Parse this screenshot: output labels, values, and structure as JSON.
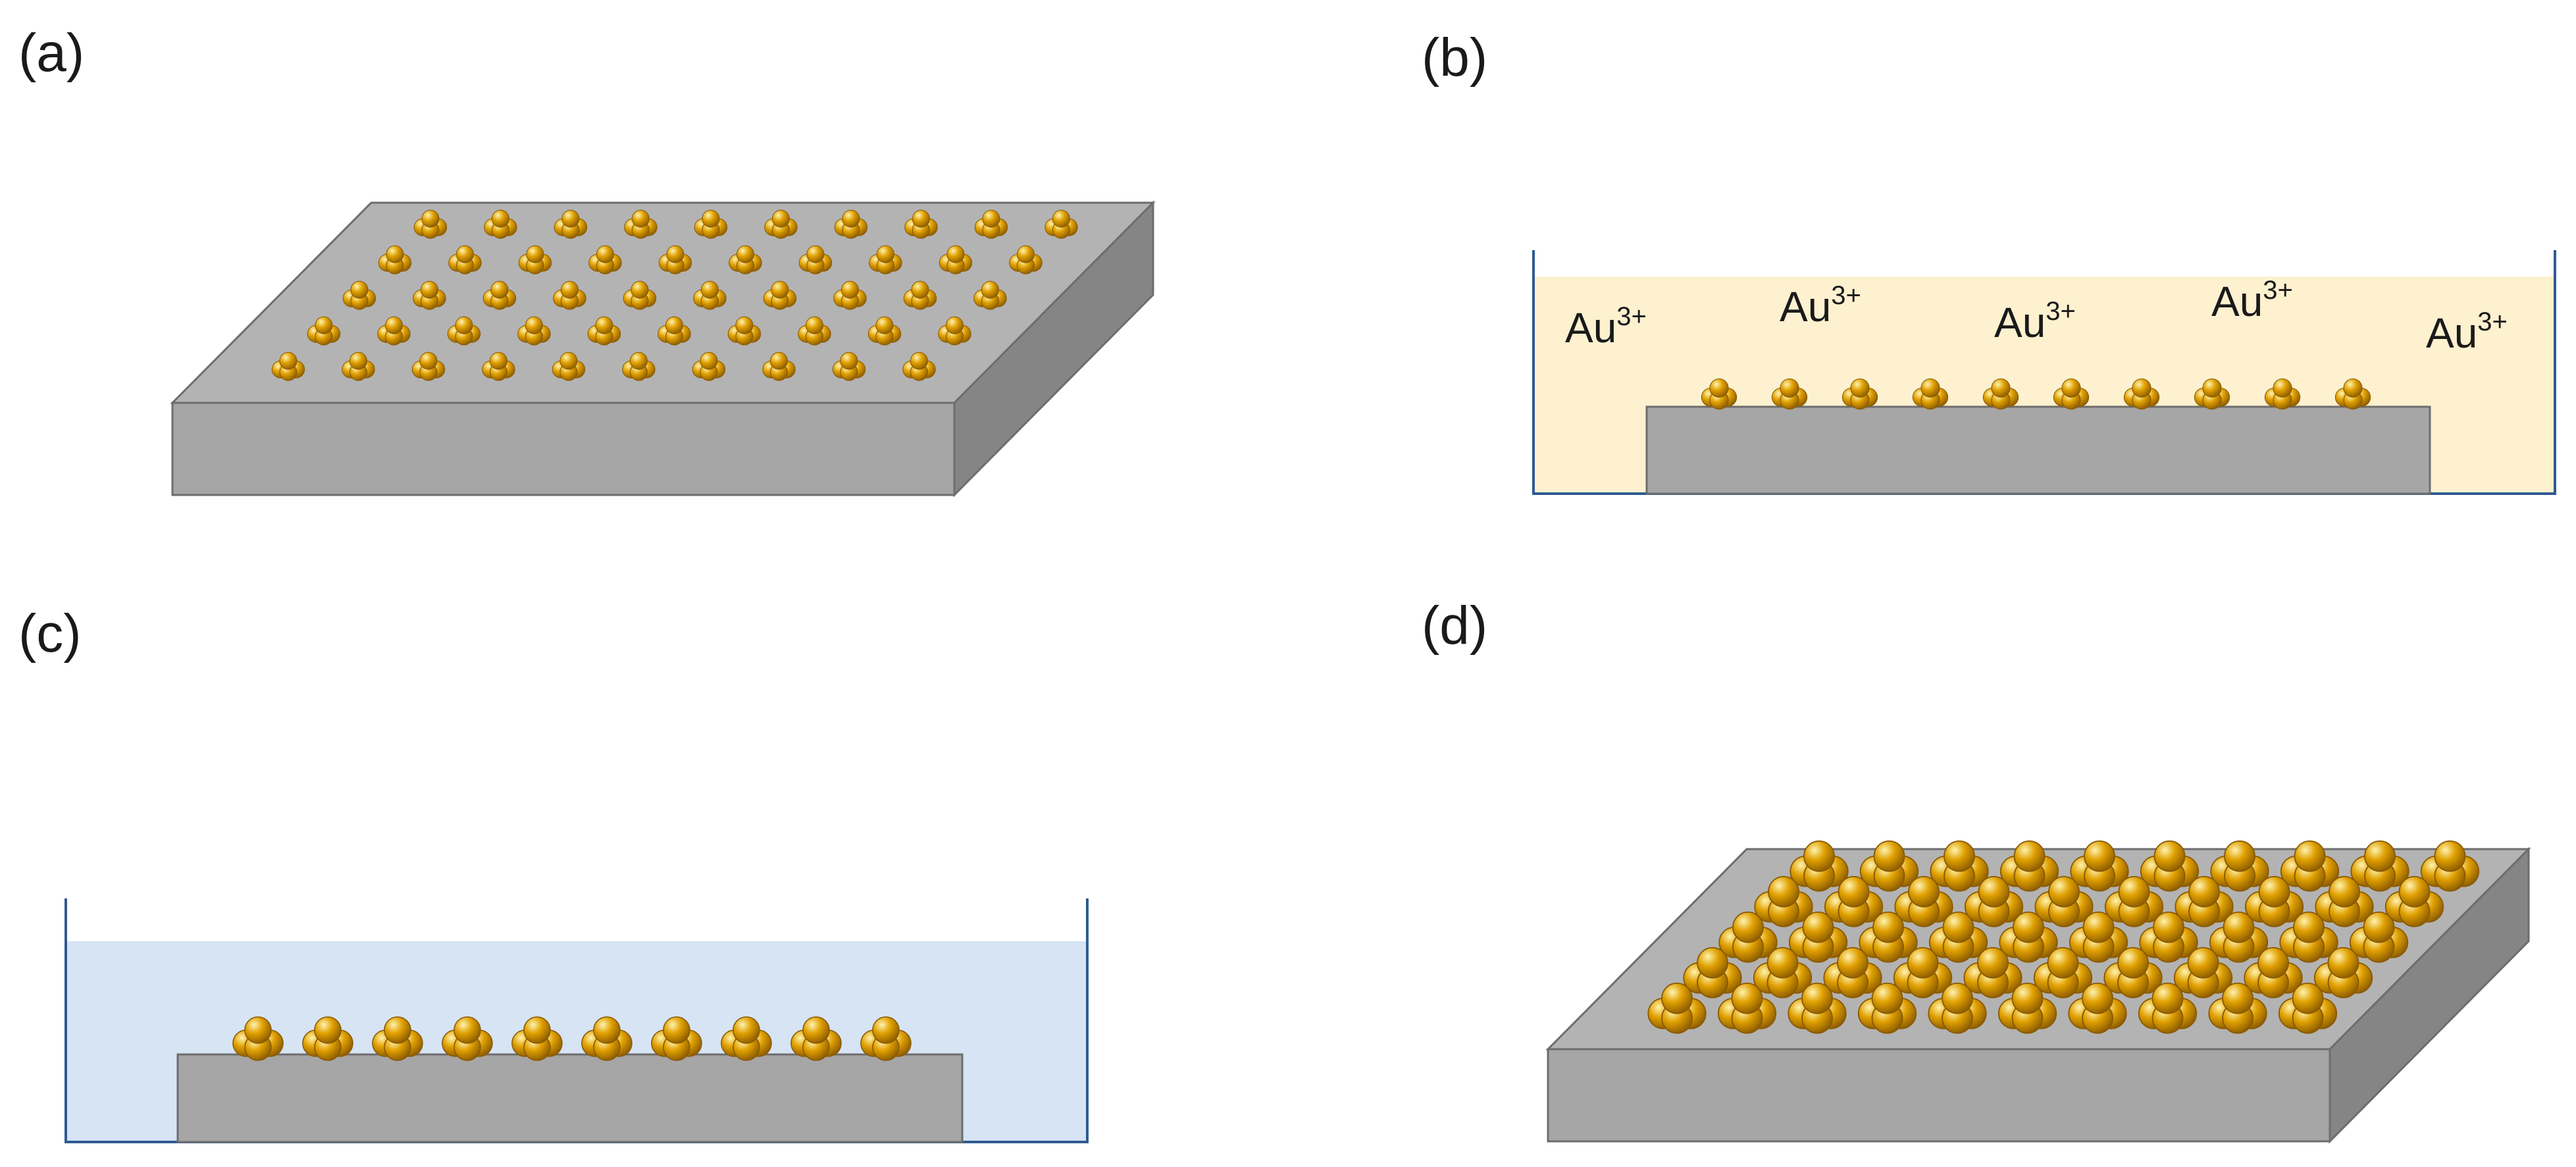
{
  "colors": {
    "substrate_top": "#b3b3b3",
    "substrate_front": "#a6a6a6",
    "substrate_side": "#858585",
    "substrate_edge": "#6d6d6d",
    "gold": "#e0a000",
    "gold_dark": "#8a5a00",
    "gold_light": "#fff3b0",
    "solution_gold": "#fdf1d0",
    "solution_water": "#d6e4f4",
    "container_edge": "#2f5b92"
  },
  "panels": [
    {
      "id": "a",
      "label": "(a)"
    },
    {
      "id": "b",
      "label": "(b)"
    },
    {
      "id": "c",
      "label": "(c)"
    },
    {
      "id": "d",
      "label": "(d)"
    }
  ],
  "panel_b": {
    "ions": [
      {
        "base": "Au",
        "charge": "3+"
      },
      {
        "base": "Au",
        "charge": "3+"
      },
      {
        "base": "Au",
        "charge": "3+"
      },
      {
        "base": "Au",
        "charge": "3+"
      },
      {
        "base": "Au",
        "charge": "3+"
      }
    ]
  }
}
